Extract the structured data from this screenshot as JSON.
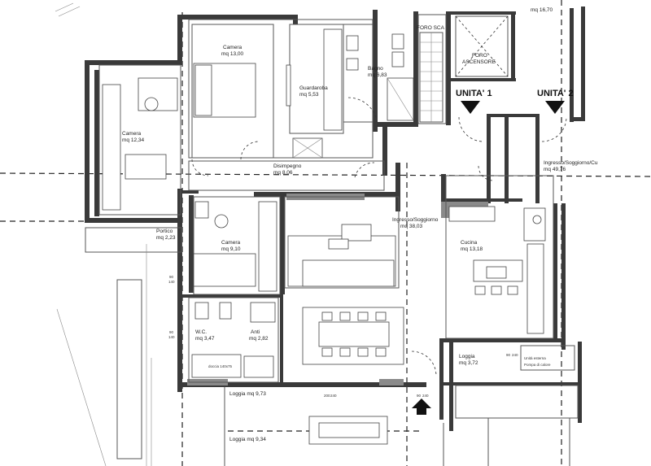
{
  "rooms": {
    "camera_top_name": "Camera",
    "camera_top_area": "mq 13,00",
    "guardaroba_name": "Guardaroba",
    "guardaroba_area": "mq 5,53",
    "bagno_name": "Bagno",
    "bagno_area": "mq 6,83",
    "camera_left_name": "Camera",
    "camera_left_area": "mq 12,34",
    "disimpegno_name": "Disimpegno",
    "disimpegno_area": "mq 8,06",
    "camera_mid_name": "Camera",
    "camera_mid_area": "mq 9,10",
    "portico_name": "Portico",
    "portico_area": "mq 2,23",
    "ingresso_name": "Ingresso/Soggiorno",
    "ingresso_area": "mq 38,03",
    "cucina_name": "Cucina",
    "cucina_area": "mq 13,18",
    "wc_name": "W.C.",
    "wc_area": "mq 3,47",
    "anti_name": "Anti",
    "anti_area": "mq 2,82",
    "loggia_right_name": "Loggia",
    "loggia_right_area": "mq 3,72",
    "loggia_bottom1": "Loggia mq 9,73",
    "loggia_bottom2": "Loggia mq 9,34",
    "ingresso_unit2": "Ingresso/Soggiorno/Cu",
    "ingresso_unit2_area": "mq 49,76",
    "top_right_area": "mq 16,70"
  },
  "labels": {
    "foro_scala": "FORO SCA",
    "foro_ascensore_1": "FORO",
    "foro_ascensore_2": "ASCENSORE",
    "unita_1": "UNITA' 1",
    "unita_2": "UNITA' 2",
    "doccia": "doccia 140x75",
    "unita_esterna_1": "Unità esterna",
    "unita_esterna_2": "Pompa di calore"
  },
  "dims": {
    "d_90_140_a": "90",
    "d_90_140_b": "140",
    "d_90_140_c": "90",
    "d_90_140_d": "140",
    "d_200_240_a": "200",
    "d_200_240_b": "240",
    "d_90_240_a": "90",
    "d_90_240_b": "240",
    "d_90_240_c": "90",
    "d_90_240_d": "240"
  }
}
